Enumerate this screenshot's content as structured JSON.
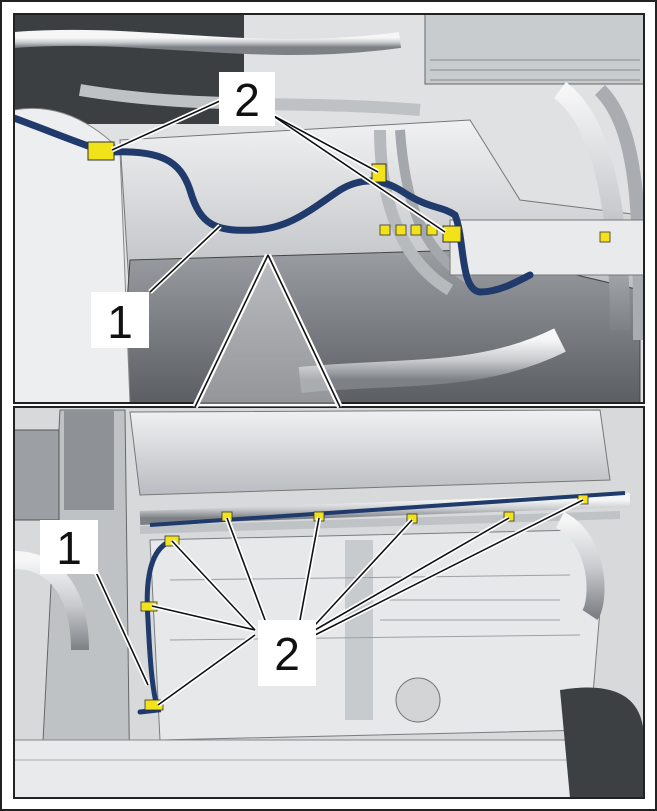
{
  "figure": {
    "upper_callouts": [
      {
        "id": "1",
        "text": "1"
      },
      {
        "id": "2",
        "text": "2"
      }
    ],
    "lower_callouts": [
      {
        "id": "1",
        "text": "1"
      },
      {
        "id": "2",
        "text": "2"
      }
    ]
  },
  "colors": {
    "line": "#1f3a6b",
    "clip": "#f2e21a",
    "metal_light": "#e4e6e8",
    "metal_mid": "#c5c8cc",
    "metal_dark": "#8d9196",
    "shadow": "#55585c",
    "frame": "#222222"
  }
}
